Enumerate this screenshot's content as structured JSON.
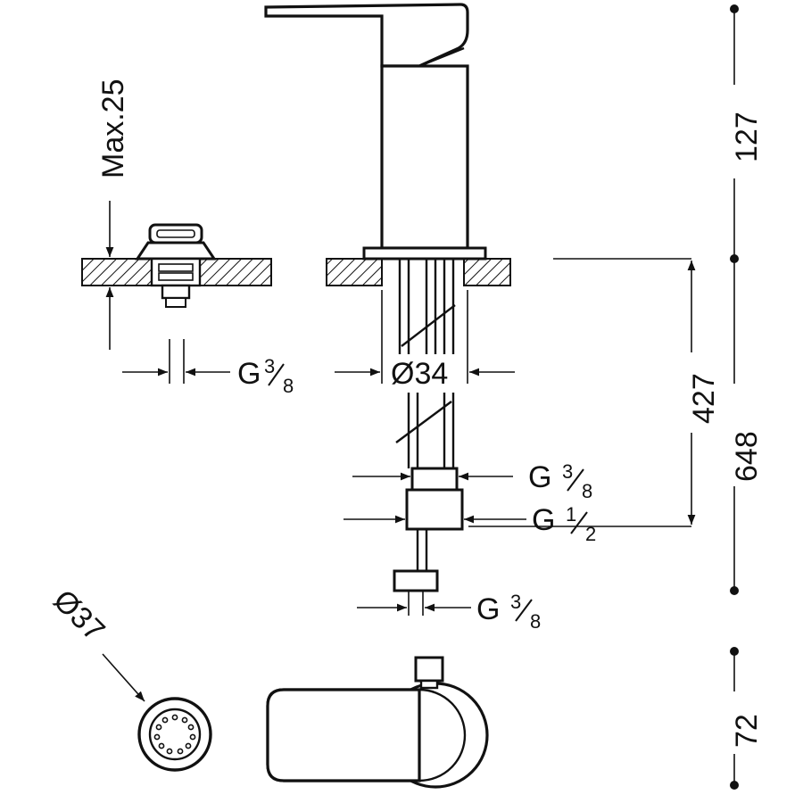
{
  "labels": {
    "max_depth": "Max.25",
    "dia_34": "Ø34",
    "dia_37": "Ø37",
    "thread_g": "G",
    "three_eighths_num": "3",
    "three_eighths_den": "8",
    "half_num": "1",
    "half_den": "2",
    "h_127": "127",
    "h_427": "427",
    "h_648": "648",
    "h_72": "72"
  },
  "colors": {
    "ink": "#111111",
    "background": "#ffffff"
  }
}
